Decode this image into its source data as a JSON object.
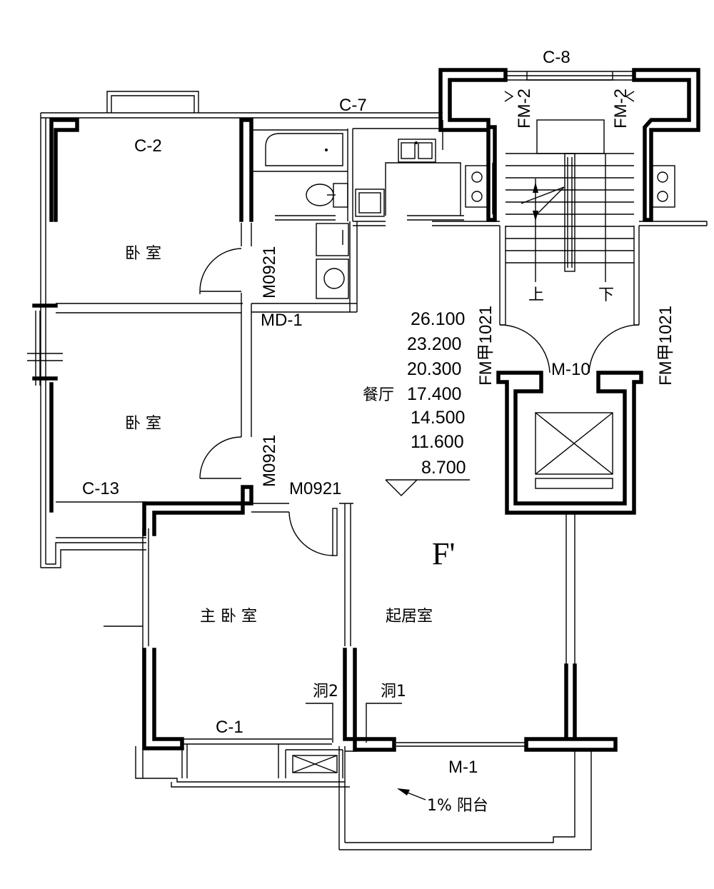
{
  "plan": {
    "unit_label": "F'",
    "rooms": {
      "bedroom_top": "卧  室",
      "bedroom_mid": "卧  室",
      "master_bedroom": "主 卧 室",
      "living_room": "起居室",
      "dining_room": "餐厅",
      "balcony": "1% 阳台"
    },
    "windows": {
      "c2": "C-2",
      "c7": "C-7",
      "c8": "C-8",
      "c13": "C-13",
      "c1": "C-1"
    },
    "doors": {
      "m0921_a": "M0921",
      "m0921_b": "M0921",
      "m0921_c": "M0921",
      "md1": "MD-1",
      "m10": "M-10",
      "m1": "M-1",
      "fm2_left": "FM-2",
      "fm2_right": "FM-2",
      "fmjia_left": "FM甲1021",
      "fmjia_right": "FM甲1021"
    },
    "openings": {
      "hole2": "洞2",
      "hole1": "洞1"
    },
    "stairs": {
      "up": "上",
      "down": "下"
    },
    "elevations": [
      "26.100",
      "23.200",
      "20.300",
      "17.400",
      "14.500",
      "11.600",
      "8.700"
    ]
  }
}
